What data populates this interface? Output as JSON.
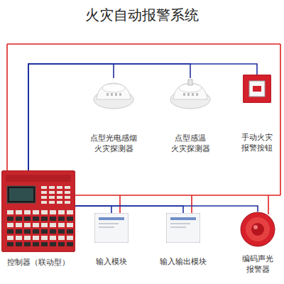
{
  "diagram": {
    "title": "火灾自动报警系统",
    "nodes": [
      {
        "text": [
          "点型光电感烟 火灾探测器"
        ]
      },
      {
        "text": [
          "点型感温 火灾探测器"
        ]
      },
      {
        "text": [
          "手动火灾 报警按钮"
        ]
      },
      {
        "text": [
          "控制器（联动型）"
        ]
      },
      {
        "text": [
          "输入模块"
        ]
      },
      {
        "text": [
          "输入输出模块"
        ]
      },
      {
        "text": [
          "编码声光 报警器"
        ]
      }
    ],
    "edges": [
      {
        "from": 3,
        "to": 0,
        "arrow": "none"
      },
      {
        "from": 3,
        "to": 1,
        "arrow": "none"
      },
      {
        "from": 3,
        "to": 2,
        "arrow": "none"
      },
      {
        "from": 3,
        "to": 4,
        "arrow": "none"
      },
      {
        "from": 3,
        "to": 5,
        "arrow": "none"
      },
      {
        "from": 3,
        "to": 6,
        "arrow": "none"
      }
    ]
  }
}
